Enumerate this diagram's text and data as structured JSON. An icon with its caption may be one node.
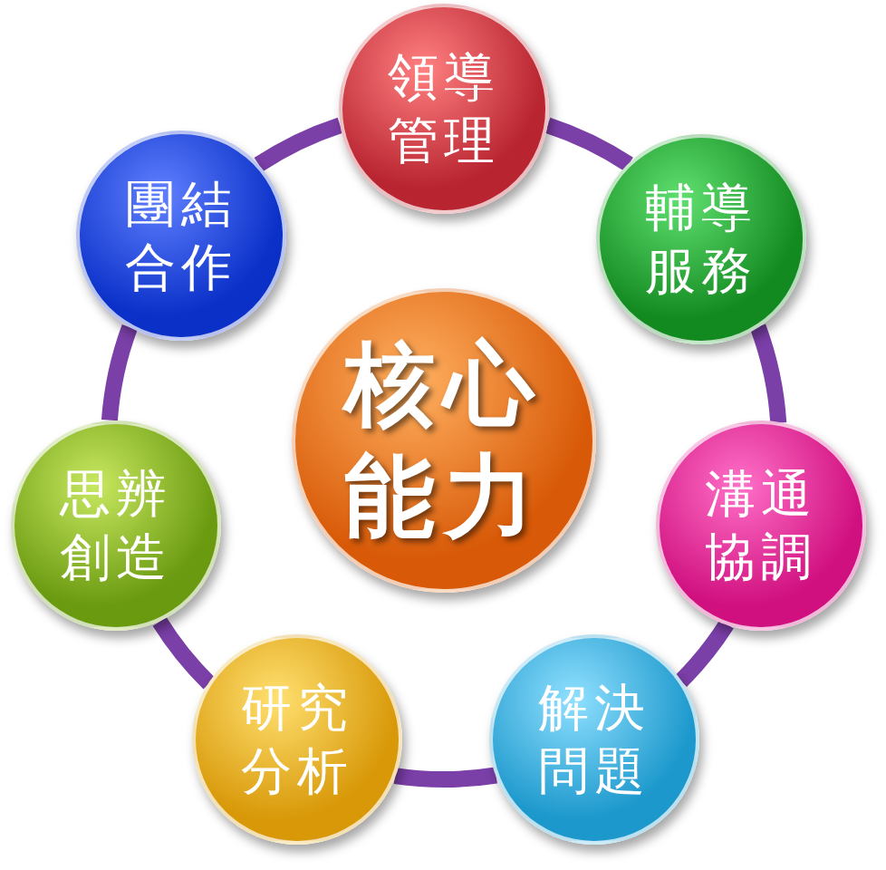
{
  "diagram": {
    "nodes": [
      {
        "text": [
          "核心能力"
        ]
      },
      {
        "text": [
          "領導管理"
        ]
      },
      {
        "text": [
          "輔導服務"
        ]
      },
      {
        "text": [
          "溝通協調"
        ]
      },
      {
        "text": [
          "解決問題"
        ]
      },
      {
        "text": [
          "研究分析"
        ]
      },
      {
        "text": [
          "思辨創造"
        ]
      },
      {
        "text": [
          "團結合作"
        ]
      }
    ],
    "edges": [
      {
        "from": 1,
        "to": 2,
        "arrow": "none"
      },
      {
        "from": 2,
        "to": 3,
        "arrow": "none"
      },
      {
        "from": 3,
        "to": 4,
        "arrow": "none"
      },
      {
        "from": 4,
        "to": 5,
        "arrow": "none"
      },
      {
        "from": 5,
        "to": 6,
        "arrow": "none"
      },
      {
        "from": 6,
        "to": 7,
        "arrow": "none"
      },
      {
        "from": 7,
        "to": 1,
        "arrow": "none"
      }
    ]
  }
}
